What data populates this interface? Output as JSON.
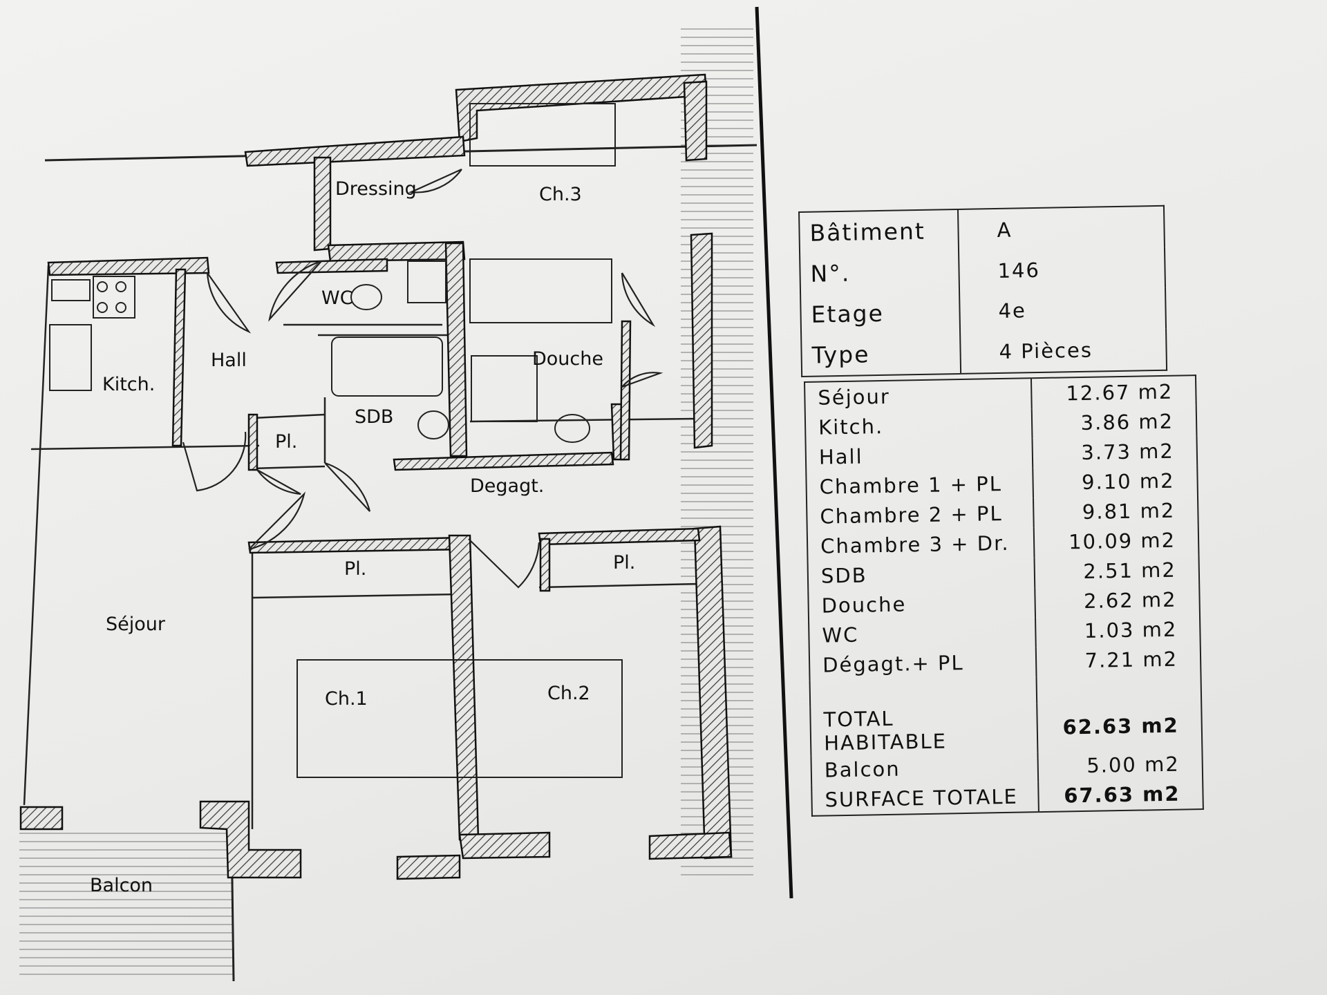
{
  "plan": {
    "rooms": {
      "dressing": "Dressing",
      "ch3": "Ch.3",
      "wc": "WC",
      "hall": "Hall",
      "kitch": "Kitch.",
      "douche": "Douche",
      "sdb": "SDB",
      "pl_hall": "Pl.",
      "degagt": "Degagt.",
      "pl_ch1": "Pl.",
      "pl_ch2": "Pl.",
      "sejour": "Séjour",
      "ch1": "Ch.1",
      "ch2": "Ch.2",
      "balcon": "Balcon"
    }
  },
  "building_info": {
    "rows": [
      {
        "label": "Bâtiment",
        "value": "A"
      },
      {
        "label": "N°.",
        "value": "146"
      },
      {
        "label": "Etage",
        "value": "4e"
      },
      {
        "label": "Type",
        "value": "4 Pièces"
      }
    ]
  },
  "areas": {
    "rows": [
      {
        "label": "Séjour",
        "value": "12.67 m2"
      },
      {
        "label": "Kitch.",
        "value": "3.86 m2"
      },
      {
        "label": "Hall",
        "value": "3.73 m2"
      },
      {
        "label": "Chambre 1 + PL",
        "value": "9.10 m2"
      },
      {
        "label": "Chambre 2 + PL",
        "value": "9.81 m2"
      },
      {
        "label": "Chambre 3 + Dr.",
        "value": "10.09 m2"
      },
      {
        "label": "SDB",
        "value": "2.51 m2"
      },
      {
        "label": "Douche",
        "value": "2.62 m2"
      },
      {
        "label": "WC",
        "value": "1.03 m2"
      },
      {
        "label": "Dégagt.+ PL",
        "value": "7.21 m2"
      }
    ],
    "total_habitable": {
      "label": "TOTAL HABITABLE",
      "value": "62.63 m2"
    },
    "balcon": {
      "label": "Balcon",
      "value": "5.00 m2"
    },
    "surface_totale": {
      "label": "SURFACE TOTALE",
      "value": "67.63 m2"
    }
  }
}
